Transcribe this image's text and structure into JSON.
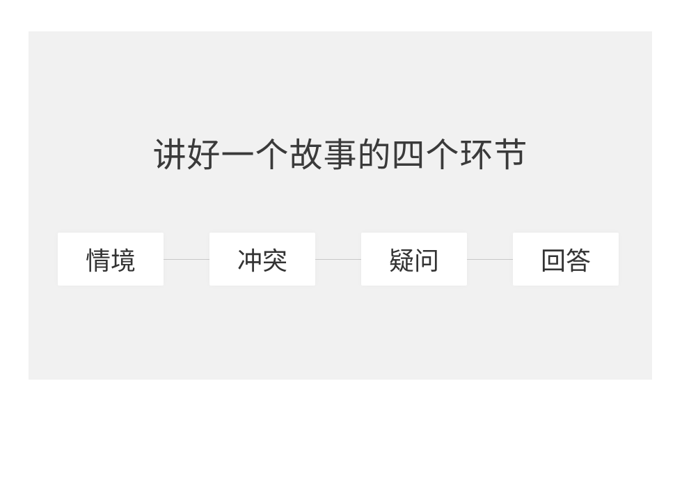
{
  "title": "讲好一个故事的四个环节",
  "steps": [
    "情境",
    "冲突",
    "疑问",
    "回答"
  ],
  "colors": {
    "page_background": "#ffffff",
    "panel_background": "#f1f1f1",
    "box_background": "#ffffff",
    "text": "#333333",
    "connector": "#c8c8c8"
  }
}
